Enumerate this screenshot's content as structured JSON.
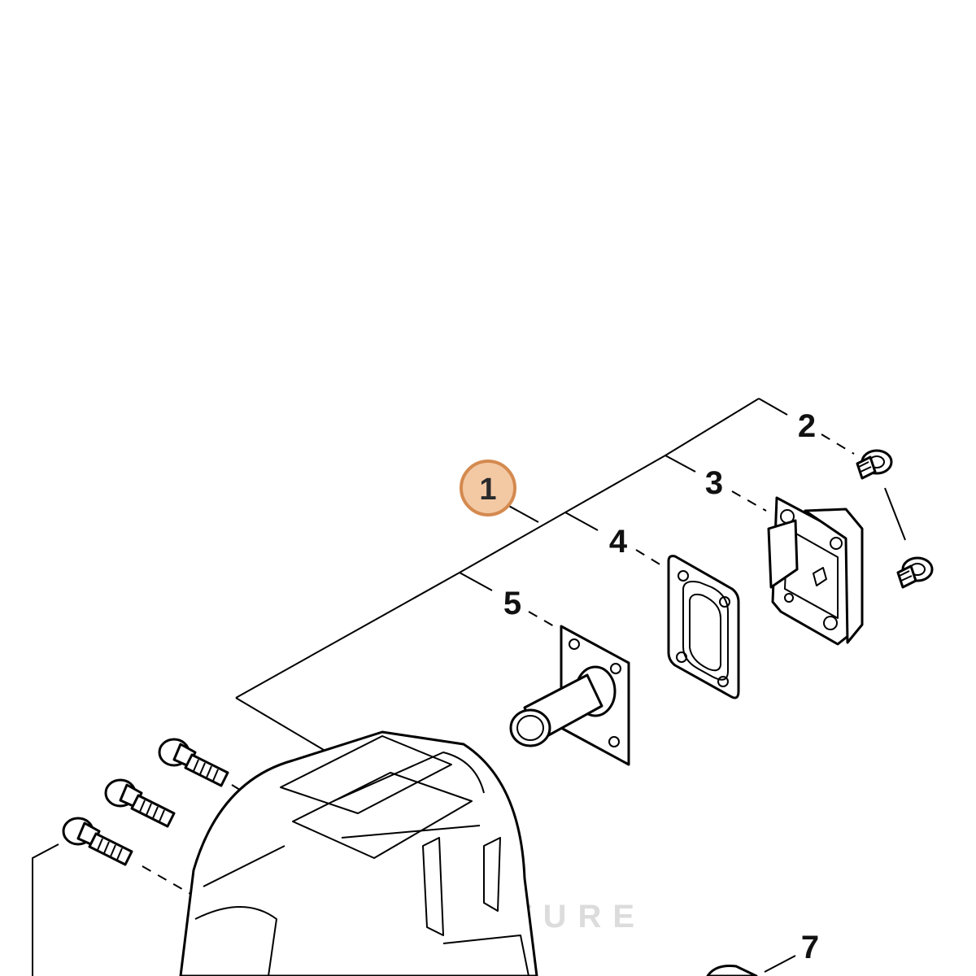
{
  "callouts": {
    "c1": "1",
    "c2": "2",
    "c3": "3",
    "c4": "4",
    "c5": "5",
    "c7": "7"
  },
  "watermark": "LEADVENTURE",
  "colors": {
    "highlight_fill": "#f3c9a4",
    "highlight_stroke": "#d48a4f",
    "line": "#000000",
    "watermark": "#d9d9d9"
  }
}
